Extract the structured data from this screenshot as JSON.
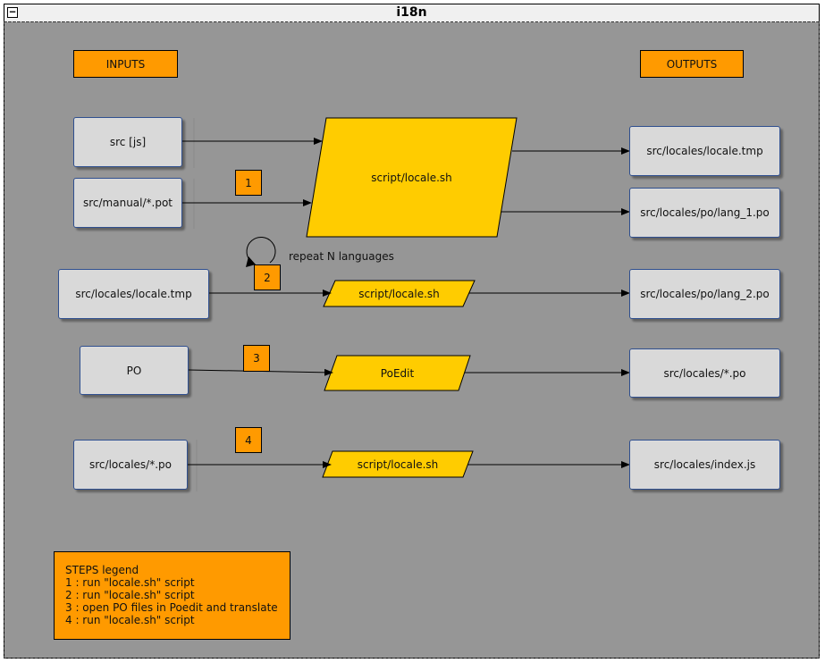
{
  "window": {
    "title": "i18n",
    "collapse_icon": "−"
  },
  "headers": {
    "inputs": "INPUTS",
    "outputs": "OUTPUTS"
  },
  "inputs": {
    "src_js": "src [js]",
    "manual_pot": "src/manual/*.pot",
    "locale_tmp": "src/locales/locale.tmp",
    "po": "PO",
    "locales_po": "src/locales/*.po"
  },
  "processes": {
    "main_script": "script/locale.sh",
    "script_2": "script/locale.sh",
    "poedit": "PoEdit",
    "script_4": "script/locale.sh"
  },
  "outputs": {
    "locale_tmp": "src/locales/locale.tmp",
    "lang_1": "src/locales/po/lang_1.po",
    "lang_2": "src/locales/po/lang_2.po",
    "locales_po": "src/locales/*.po",
    "index_js": "src/locales/index.js"
  },
  "steps": {
    "s1": "1",
    "s2": "2",
    "s3": "3",
    "s4": "4"
  },
  "repeat_label": "repeat N languages",
  "legend": {
    "title": "STEPS legend",
    "lines": [
      "1 : run \"locale.sh\" script",
      "2 : run \"locale.sh\" script",
      "3 : open PO files in Poedit and translate",
      "4 : run \"locale.sh\" script"
    ]
  },
  "colors": {
    "background": "#969696",
    "node_fill": "#d9d9d9",
    "process_fill": "#ffcc00",
    "tag_fill": "#ff9a00",
    "node_border": "#2f4f8f"
  }
}
